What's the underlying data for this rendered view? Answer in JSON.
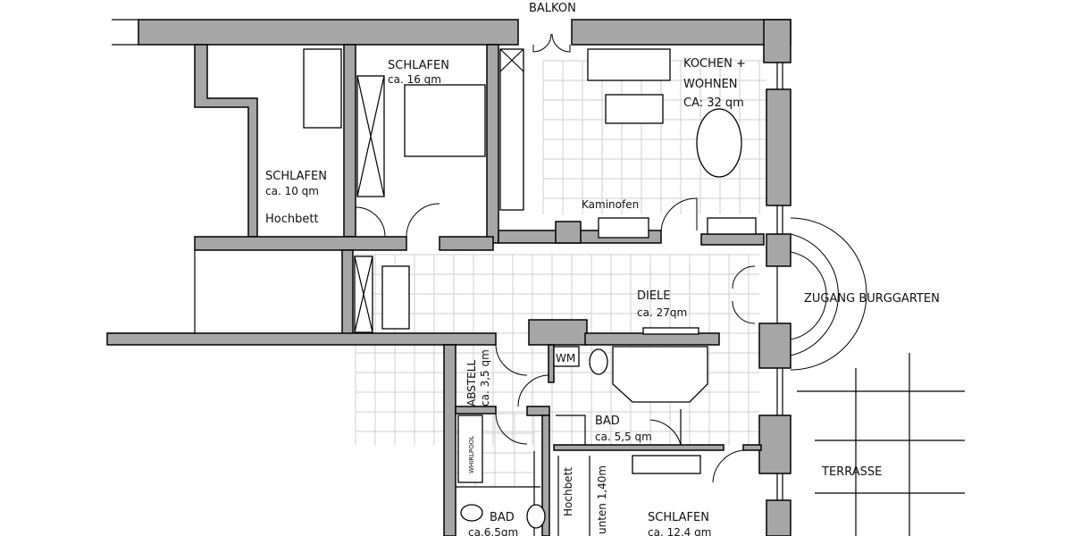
{
  "rooms": {
    "balkon": "BALKON",
    "schlafen16": {
      "name": "SCHLAFEN",
      "area": "ca. 16 qm"
    },
    "kochen": {
      "line1": "KOCHEN +",
      "line2": "WOHNEN",
      "area": "CA: 32 qm"
    },
    "schlafen10": {
      "name": "SCHLAFEN",
      "area": "ca. 10 qm",
      "hochbett": "Hochbett"
    },
    "kaminofen": "Kaminofen",
    "diele": {
      "name": "DIELE",
      "area": "ca. 27qm"
    },
    "zugang": "ZUGANG BURGGARTEN",
    "wm": "WM",
    "abstell": {
      "name": "ABSTELL",
      "area": "ca. 3,5 qm"
    },
    "bad55": {
      "name": "BAD",
      "area": "ca. 5,5 qm"
    },
    "terrasse": "TERRASSE",
    "whirlpool": "WHIRLPOOL",
    "hochbett2": "Hochbett",
    "unten": "unten 1,40m",
    "schlafen124": {
      "name": "SCHLAFEN",
      "area": "ca. 12,4 qm"
    },
    "bad65": {
      "name": "BAD",
      "area": "ca.6,5qm"
    }
  },
  "colors": {
    "wall": "#a6a6a6",
    "tile": "#cfcfcf"
  }
}
